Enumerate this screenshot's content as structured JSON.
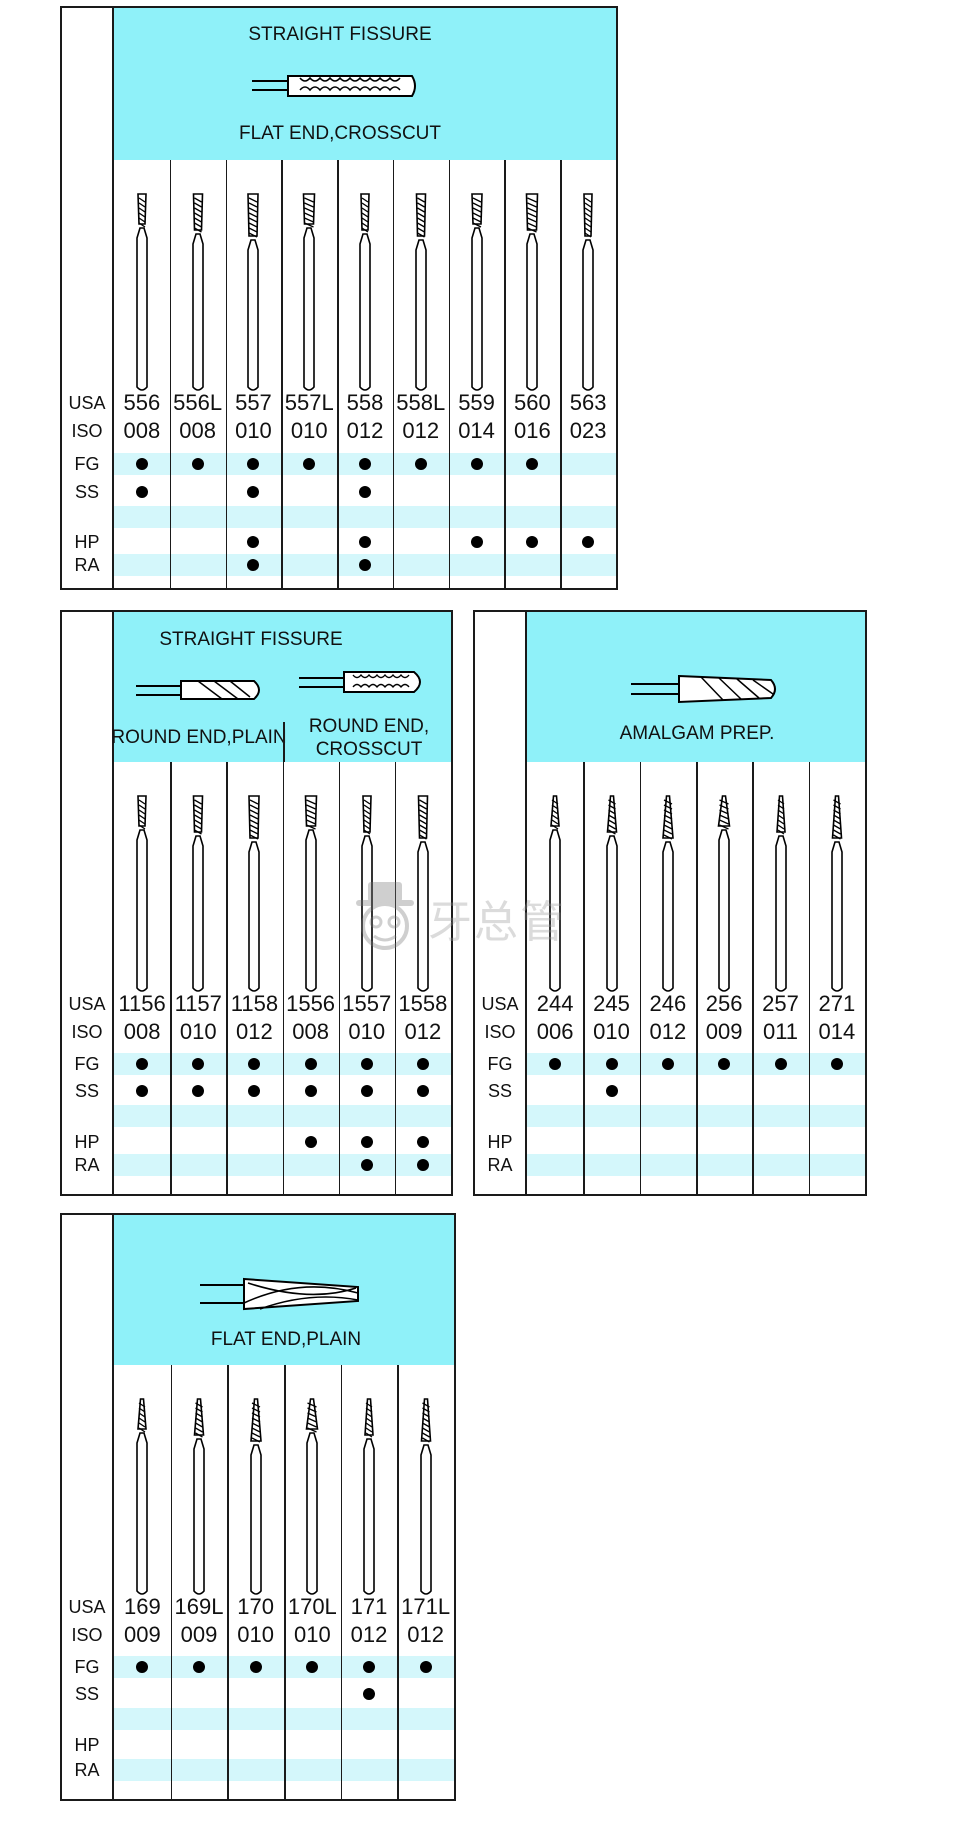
{
  "row_labels": [
    "USA",
    "ISO",
    "FG",
    "SS",
    "",
    "HP",
    "RA"
  ],
  "panels": [
    {
      "id": "p1",
      "header_lines": [
        "STRAIGHT FISSURE",
        "FLAT END,CROSSCUT"
      ],
      "columns": [
        {
          "usa": "556",
          "iso": "008",
          "fg": true,
          "ss": true,
          "hp": false,
          "ra": false
        },
        {
          "usa": "556L",
          "iso": "008",
          "fg": true,
          "ss": false,
          "hp": false,
          "ra": false
        },
        {
          "usa": "557",
          "iso": "010",
          "fg": true,
          "ss": true,
          "hp": true,
          "ra": true
        },
        {
          "usa": "557L",
          "iso": "010",
          "fg": true,
          "ss": false,
          "hp": false,
          "ra": false
        },
        {
          "usa": "558",
          "iso": "012",
          "fg": true,
          "ss": true,
          "hp": true,
          "ra": true
        },
        {
          "usa": "558L",
          "iso": "012",
          "fg": true,
          "ss": false,
          "hp": false,
          "ra": false
        },
        {
          "usa": "559",
          "iso": "014",
          "fg": true,
          "ss": false,
          "hp": true,
          "ra": false
        },
        {
          "usa": "560",
          "iso": "016",
          "fg": true,
          "ss": false,
          "hp": true,
          "ra": false
        },
        {
          "usa": "563",
          "iso": "023",
          "fg": false,
          "ss": false,
          "hp": true,
          "ra": false
        }
      ]
    },
    {
      "id": "p2",
      "header_lines": [
        "STRAIGHT FISSURE",
        "ROUND END,PLAIN",
        "ROUND END,",
        "CROSSCUT"
      ],
      "columns": [
        {
          "usa": "1156",
          "iso": "008",
          "fg": true,
          "ss": true,
          "hp": false,
          "ra": false
        },
        {
          "usa": "1157",
          "iso": "010",
          "fg": true,
          "ss": true,
          "hp": false,
          "ra": false
        },
        {
          "usa": "1158",
          "iso": "012",
          "fg": true,
          "ss": true,
          "hp": false,
          "ra": false
        },
        {
          "usa": "1556",
          "iso": "008",
          "fg": true,
          "ss": true,
          "hp": true,
          "ra": false
        },
        {
          "usa": "1557",
          "iso": "010",
          "fg": true,
          "ss": true,
          "hp": true,
          "ra": true
        },
        {
          "usa": "1558",
          "iso": "012",
          "fg": true,
          "ss": true,
          "hp": true,
          "ra": true
        }
      ]
    },
    {
      "id": "p3",
      "header_lines": [
        "AMALGAM PREP."
      ],
      "columns": [
        {
          "usa": "244",
          "iso": "006",
          "fg": true,
          "ss": false,
          "hp": false,
          "ra": false
        },
        {
          "usa": "245",
          "iso": "010",
          "fg": true,
          "ss": true,
          "hp": false,
          "ra": false
        },
        {
          "usa": "246",
          "iso": "012",
          "fg": true,
          "ss": false,
          "hp": false,
          "ra": false
        },
        {
          "usa": "256",
          "iso": "009",
          "fg": true,
          "ss": false,
          "hp": false,
          "ra": false
        },
        {
          "usa": "257",
          "iso": "011",
          "fg": true,
          "ss": false,
          "hp": false,
          "ra": false
        },
        {
          "usa": "271",
          "iso": "014",
          "fg": true,
          "ss": false,
          "hp": false,
          "ra": false
        }
      ]
    },
    {
      "id": "p4",
      "header_lines": [
        "FLAT END,PLAIN"
      ],
      "columns": [
        {
          "usa": "169",
          "iso": "009",
          "fg": true,
          "ss": false,
          "hp": false,
          "ra": false
        },
        {
          "usa": "169L",
          "iso": "009",
          "fg": true,
          "ss": false,
          "hp": false,
          "ra": false
        },
        {
          "usa": "170",
          "iso": "010",
          "fg": true,
          "ss": false,
          "hp": false,
          "ra": false
        },
        {
          "usa": "170L",
          "iso": "010",
          "fg": true,
          "ss": false,
          "hp": false,
          "ra": false
        },
        {
          "usa": "171",
          "iso": "012",
          "fg": true,
          "ss": true,
          "hp": false,
          "ra": false
        },
        {
          "usa": "171L",
          "iso": "012",
          "fg": true,
          "ss": false,
          "hp": false,
          "ra": false
        }
      ]
    }
  ],
  "watermark": {
    "text": "牙总管"
  },
  "colors": {
    "header_cyan": "#8ff1f9",
    "stripe_cyan": "#d4f7fb",
    "line": "#1a1a1a"
  }
}
